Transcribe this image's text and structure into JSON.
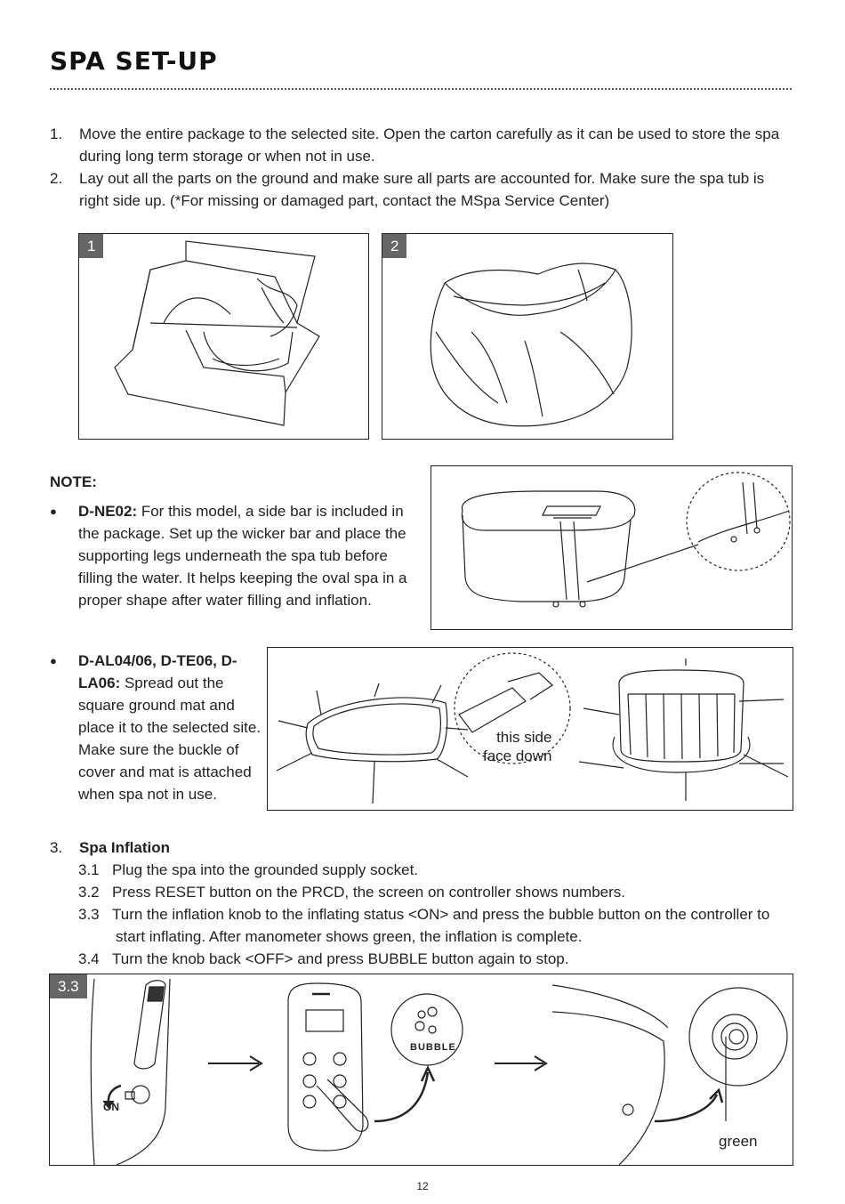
{
  "page": {
    "title": "SPA SET-UP",
    "page_number": "12"
  },
  "steps": [
    {
      "num": "1.",
      "lines": [
        "Move the entire package to the selected site. Open the carton carefully as it can be used to store the spa",
        "during long term storage or when not in use."
      ]
    },
    {
      "num": "2.",
      "lines": [
        "Lay out all the parts on the ground and make sure all parts are accounted for. Make sure the spa tub is",
        "right side up. (*For missing or damaged part, contact the MSpa Service Center)"
      ]
    }
  ],
  "figures": {
    "fig1_tag": "1",
    "fig2_tag": "2",
    "fig33_tag": "3.3",
    "mat_label_line1": "this side",
    "mat_label_line2": "face down",
    "on_label": "ON",
    "bubble_label": "BUBBLE",
    "green_label": "green"
  },
  "note": {
    "heading": "NOTE:",
    "bullet1": {
      "model": "D-NE02:",
      "lines": [
        " For this model, a side bar is included in",
        "the package. Set up the wicker bar and place the",
        "supporting legs underneath the spa tub before",
        "filling the water. It helps keeping the oval spa in a",
        "proper shape after water filling and inflation."
      ]
    },
    "bullet2": {
      "model_line1": "D-AL04/06, D-TE06, D-",
      "model_line2": "LA06:",
      "lines": [
        " Spread out the",
        "square ground mat and",
        "place it to the selected site.",
        "Make sure the buckle of",
        "cover and mat is attached",
        "when spa not in use."
      ]
    }
  },
  "inflation": {
    "num": "3.",
    "heading": "Spa Inflation",
    "subs": [
      {
        "num": "3.1",
        "lines": [
          "Plug the spa into the grounded supply socket."
        ]
      },
      {
        "num": "3.2",
        "lines": [
          "Press RESET button on the PRCD, the screen on controller shows numbers."
        ]
      },
      {
        "num": "3.3",
        "lines": [
          "Turn the inflation knob to the inflating status <ON> and press the bubble button on the controller to",
          " start inflating. After manometer shows green, the inflation is complete."
        ]
      },
      {
        "num": "3.4",
        "lines": [
          "Turn the knob back <OFF> and press BUBBLE button again to stop."
        ]
      }
    ]
  }
}
